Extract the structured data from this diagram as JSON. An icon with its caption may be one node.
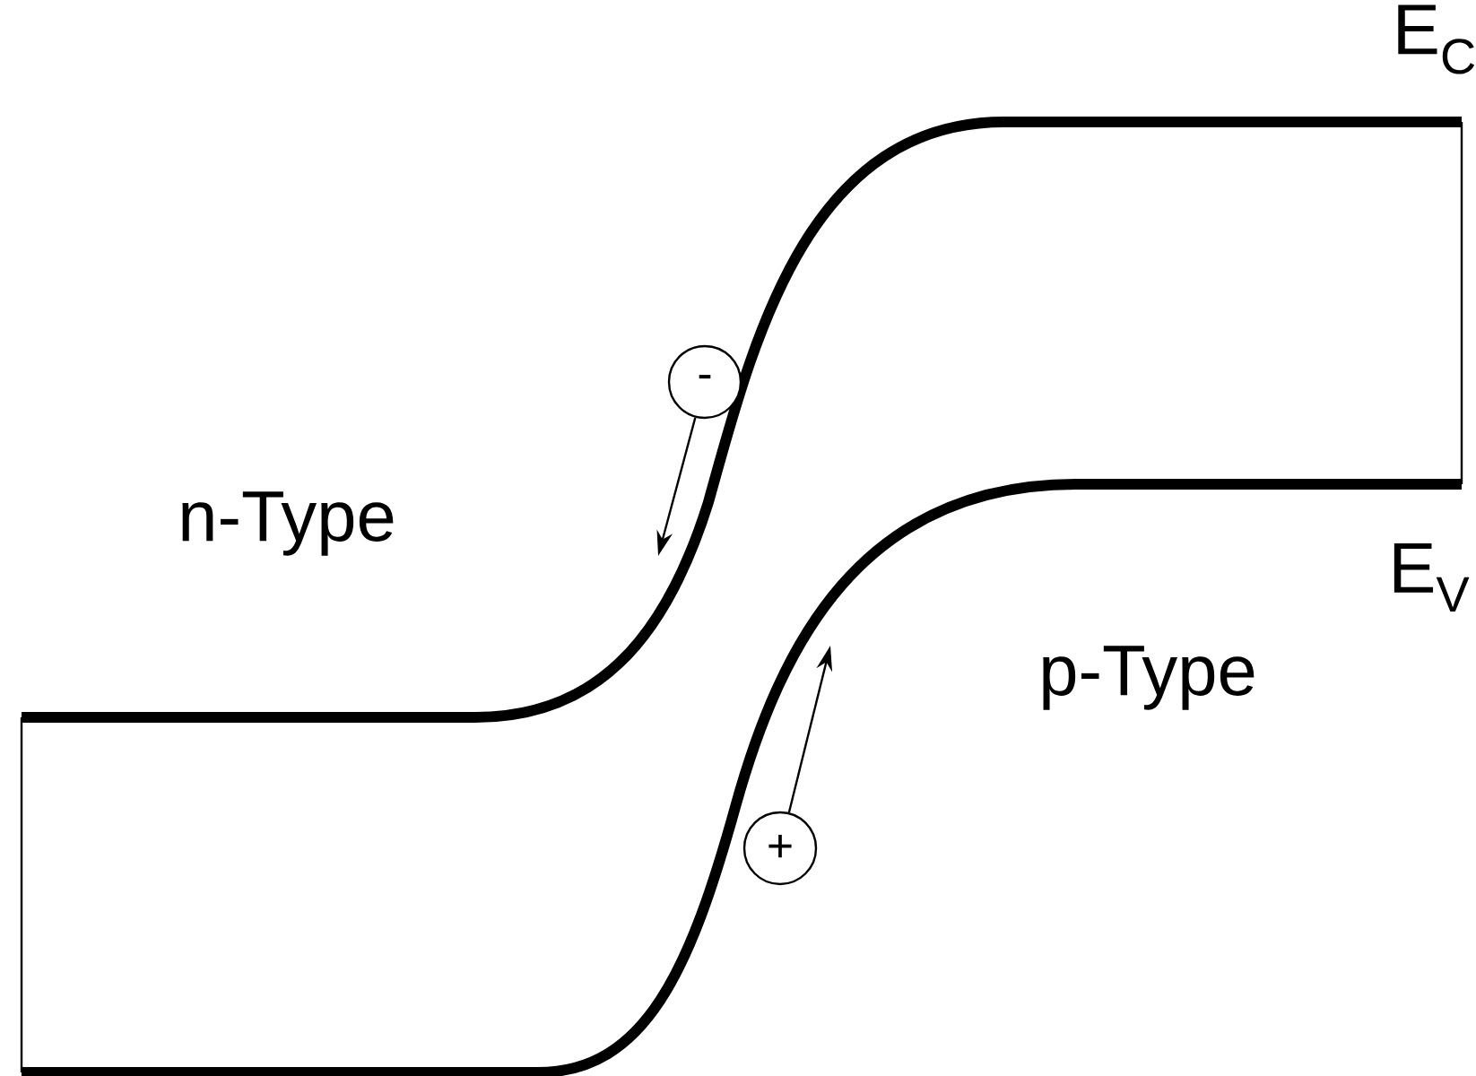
{
  "diagram": {
    "nodes": [
      {
        "text": [
          "-"
        ]
      },
      {
        "text": [
          "+"
        ]
      }
    ],
    "edges": [
      {
        "from": 0,
        "to": null,
        "arrow": "to"
      },
      {
        "from": 1,
        "to": null,
        "arrow": "to"
      }
    ],
    "labels": [
      "E$_{C}$",
      "n-Type",
      "E$_{V}$",
      "p-Type"
    ]
  }
}
